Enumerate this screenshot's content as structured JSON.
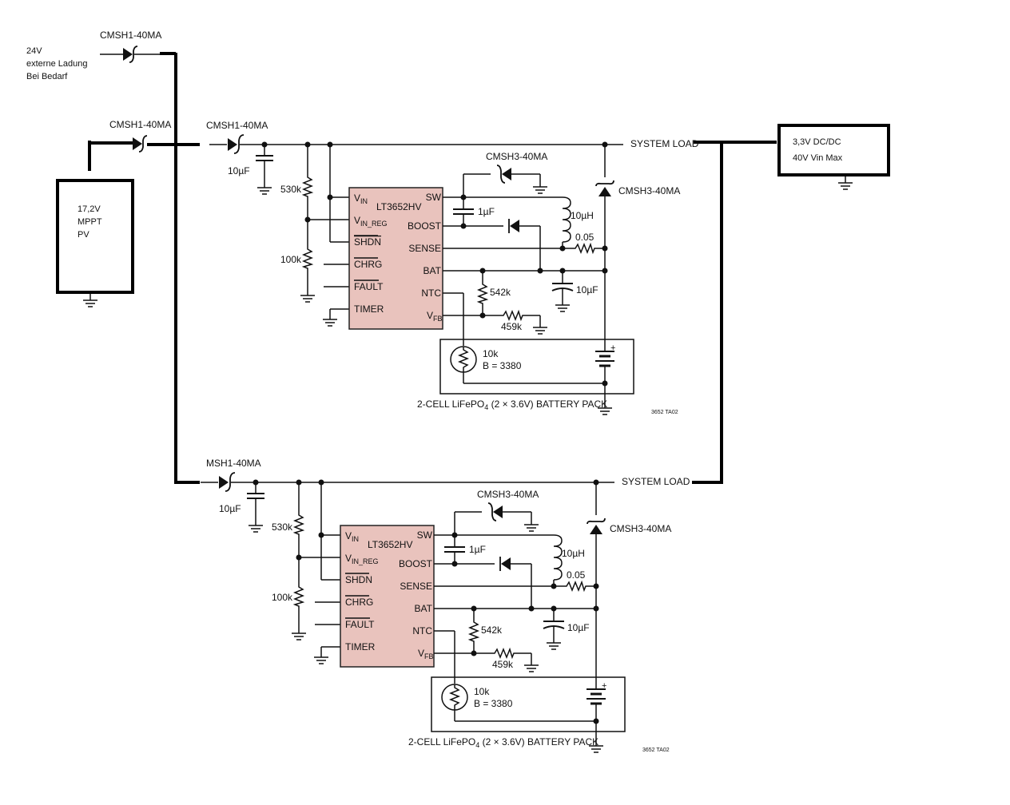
{
  "external": {
    "line1": "24V",
    "line2": "externe Ladung",
    "line3": "Bei Bedarf",
    "diode": "CMSH1-40MA"
  },
  "pv": {
    "line1": "17,2V",
    "line2": "MPPT",
    "line3": "PV",
    "diode": "CMSH1-40MA"
  },
  "dcdc": {
    "line1": "3,3V DC/DC",
    "line2": "40V Vin Max"
  },
  "top_circuit": {
    "input_diode": "CMSH1-40MA",
    "in_cap": "10µF",
    "r_top": "530k",
    "r_bot": "100k",
    "ic_name": "LT3652HV",
    "pins_left": {
      "vin": "V",
      "vin_sub": "IN",
      "vinreg": "V",
      "vinreg_sub": "IN_REG",
      "shdn": "SHDN",
      "chrg": "CHRG",
      "fault": "FAULT",
      "timer": "TIMER"
    },
    "pins_right": {
      "sw": "SW",
      "boost": "BOOST",
      "sense": "SENSE",
      "bat": "BAT",
      "ntc": "NTC",
      "vfb": "V",
      "vfb_sub": "FB"
    },
    "boost_diode": "CMSH3-40MA",
    "boost_cap": "1µF",
    "inductor": "10µH",
    "sense_r": "0.05",
    "sys_diode": "CMSH3-40MA",
    "bat_cap": "10µF",
    "r_fb1": "542k",
    "r_fb2": "459k",
    "ntc_line1": "10k",
    "ntc_line2": "B = 3380",
    "pack_a": "2-CELL LiFePO",
    "pack_sub": "4",
    "pack_b": " (2 × 3.6V) BATTERY PACK",
    "system_load": "SYSTEM LOAD",
    "fig_code": "3652 TA02"
  },
  "bottom_circuit": {
    "input_diode": "MSH1-40MA",
    "in_cap": "10µF",
    "r_top": "530k",
    "r_bot": "100k",
    "ic_name": "LT3652HV",
    "pins_left": {
      "vin": "V",
      "vin_sub": "IN",
      "vinreg": "V",
      "vinreg_sub": "IN_REG",
      "shdn": "SHDN",
      "chrg": "CHRG",
      "fault": "FAULT",
      "timer": "TIMER"
    },
    "pins_right": {
      "sw": "SW",
      "boost": "BOOST",
      "sense": "SENSE",
      "bat": "BAT",
      "ntc": "NTC",
      "vfb": "V",
      "vfb_sub": "FB"
    },
    "boost_diode": "CMSH3-40MA",
    "boost_cap": "1µF",
    "inductor": "10µH",
    "sense_r": "0.05",
    "sys_diode": "CMSH3-40MA",
    "bat_cap": "10µF",
    "r_fb1": "542k",
    "r_fb2": "459k",
    "ntc_line1": "10k",
    "ntc_line2": "B = 3380",
    "pack_a": "2-CELL LiFePO",
    "pack_sub": "4",
    "pack_b": " (2 × 3.6V) BATTERY PACK",
    "system_load": "SYSTEM LOAD",
    "fig_code": "3652 TA02"
  },
  "colors": {
    "ic_fill": "#e9c3bd",
    "wire": "#111111"
  }
}
